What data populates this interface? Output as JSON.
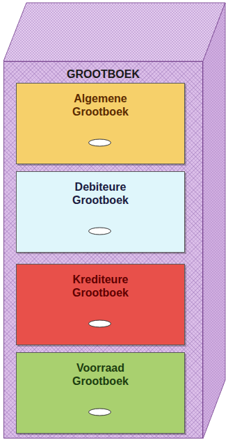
{
  "diagram": {
    "nodes": [
      {
        "text": [
          "GROOTBOEK"
        ]
      },
      {
        "text": [
          "Algemene Grootboek"
        ],
        "in": 0
      },
      {
        "text": [
          "Debiteure Grootboek"
        ],
        "in": 0
      },
      {
        "text": [
          "Krediteure Grootboek"
        ],
        "in": 0
      },
      {
        "text": [
          "Voorraad Grootboek"
        ],
        "in": 0
      }
    ]
  }
}
